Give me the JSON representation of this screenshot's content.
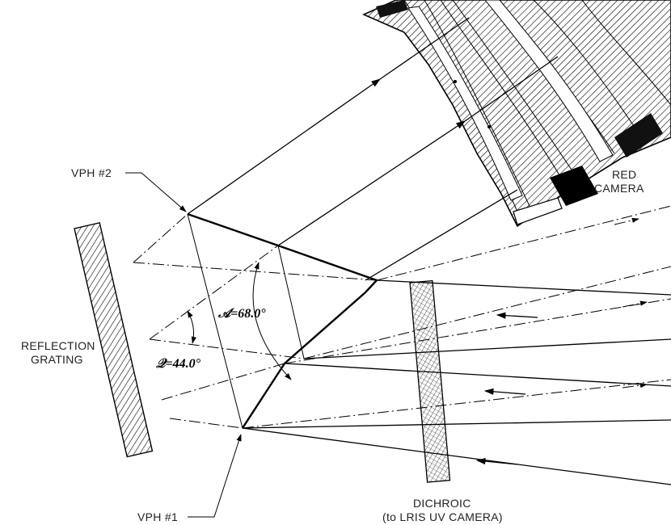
{
  "labels": {
    "vph2": "VPH #2",
    "vph1": "VPH #1",
    "red_camera_line1": "RED",
    "red_camera_line2": "CAMERA",
    "grating_line1": "REFLECTION",
    "grating_line2": "GRATING",
    "dichroic_line1": "DICHROIC",
    "dichroic_line2": "(to LRIS UV CAMERA)"
  },
  "angles": {
    "big_angle": "𝒜=68.0°",
    "small_angle": "𝒬=44.0°"
  }
}
